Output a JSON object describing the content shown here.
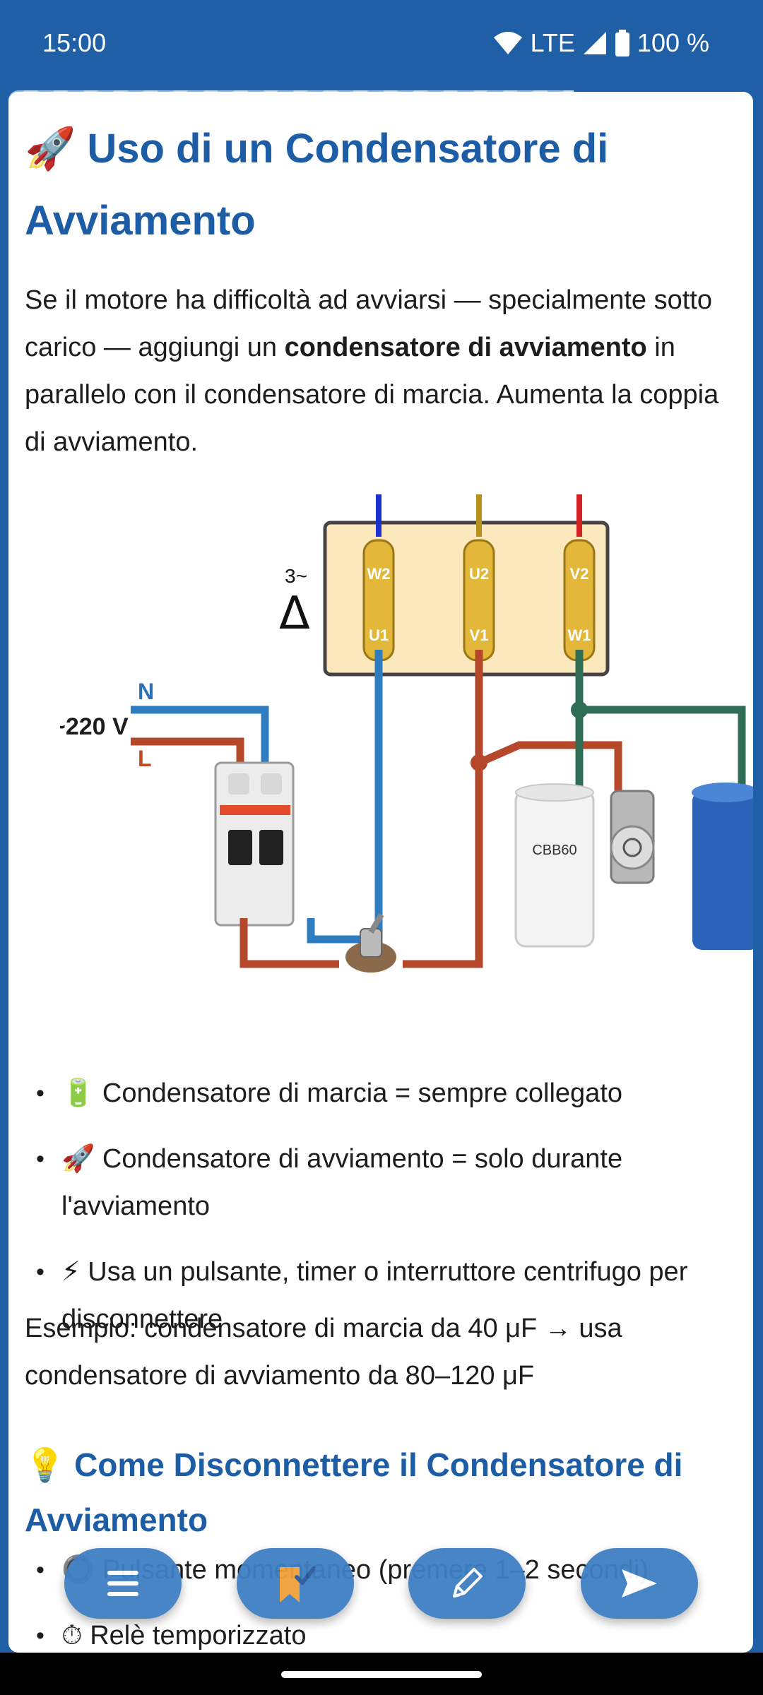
{
  "status_bar": {
    "time": "15:00",
    "network": "LTE",
    "battery": "100 %"
  },
  "article": {
    "title": "Uso di un Condensatore di Avviamento",
    "title_emoji": "🚀",
    "intro_part1": "Se il motore ha difficoltà ad avviarsi — specialmente sotto carico — aggiungi un ",
    "intro_bold": "condensatore di avviamento",
    "intro_part2": " in parallelo con il condensatore di marcia. Aumenta la coppia di avviamento.",
    "diagram": {
      "voltage_label": "~220 V",
      "neutral_label": "N",
      "line_label": "L",
      "delta_label": "Δ",
      "delta_sup": "3~",
      "terminals_top": [
        "W2",
        "U2",
        "V2"
      ],
      "terminals_bottom": [
        "U1",
        "V1",
        "W1"
      ],
      "capacitor_label": "CBB60"
    },
    "bullets": [
      {
        "emoji": "🔋",
        "text": "Condensatore di marcia = sempre collegato"
      },
      {
        "emoji": "🚀",
        "text": "Condensatore di avviamento = solo durante l'avviamento"
      },
      {
        "emoji": "⚡",
        "text": "Usa un pulsante, timer o interruttore centrifugo per disconnettere"
      }
    ],
    "example": "Esempio: condensatore di marcia da 40 μF → usa condensatore di avviamento da 80–120 μF",
    "subtitle": "Come Disconnettere il Condensatore di Avviamento",
    "subtitle_emoji": "💡",
    "bullets2": [
      {
        "emoji": "🔘",
        "text": "Pulsante momentaneo (premere 1–2 secondi)"
      },
      {
        "emoji": "⏱",
        "text": "Relè temporizzato"
      }
    ]
  },
  "fabs": {
    "menu": "menu-icon",
    "bookmark": "bookmark-check-icon",
    "edit": "pencil-icon",
    "send": "send-icon"
  },
  "colors": {
    "brand": "#1f5fa5",
    "heading": "#1d5da6",
    "fab": "#3f7fc5"
  }
}
